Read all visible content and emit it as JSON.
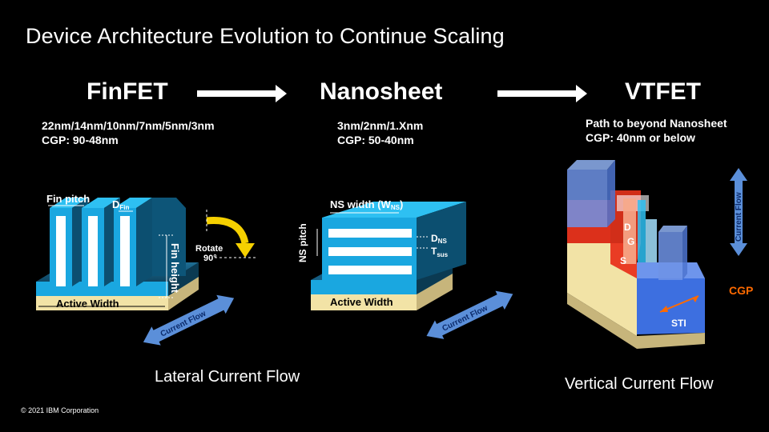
{
  "slide_title": "Device Architecture Evolution to Continue Scaling",
  "architectures": [
    {
      "name": "FinFET",
      "specs": [
        "22nm/14nm/10nm/7nm/5nm/3nm",
        "CGP: 90-48nm"
      ],
      "caption": "Lateral Current Flow",
      "labels": {
        "fin_pitch": "Fin pitch",
        "d": "D",
        "d_sub": "Fin",
        "fin_height": "Fin height",
        "rotate": "Rotate",
        "rotate_deg": "90°",
        "active_width": "Active Width",
        "current_flow": "Current Flow"
      }
    },
    {
      "name": "Nanosheet",
      "specs": [
        "3nm/2nm/1.Xnm",
        "CGP: 50-40nm"
      ],
      "caption": "",
      "labels": {
        "ns_width": "NS width (W",
        "ns_width_sub": "NS",
        "ns_width_close": ")",
        "ns_pitch": "NS pitch",
        "d": "D",
        "d_sub": "NS",
        "t": "T",
        "t_sub": "sus",
        "active_width": "Active Width",
        "current_flow": "Current Flow"
      }
    },
    {
      "name": "VTFET",
      "specs": [
        "Path to beyond Nanosheet",
        "CGP: 40nm or below"
      ],
      "caption": "Vertical Current Flow",
      "labels": {
        "d": "D",
        "g": "G",
        "s": "S",
        "sti": "STI",
        "cgp": "CGP",
        "current_flow": "Current Flow"
      }
    }
  ],
  "copyright": "© 2021 IBM  Corporation",
  "colors": {
    "background": "#000000",
    "fin_blue": "#1aa7e0",
    "substrate_tan": "#f2e3a6",
    "arrow_yellow": "#f5d000",
    "flow_blue": "#5b8fd9",
    "vtfet_red": "#e8331c",
    "vtfet_blue": "#3d6fe0",
    "cgp_orange": "#ff6a00"
  }
}
